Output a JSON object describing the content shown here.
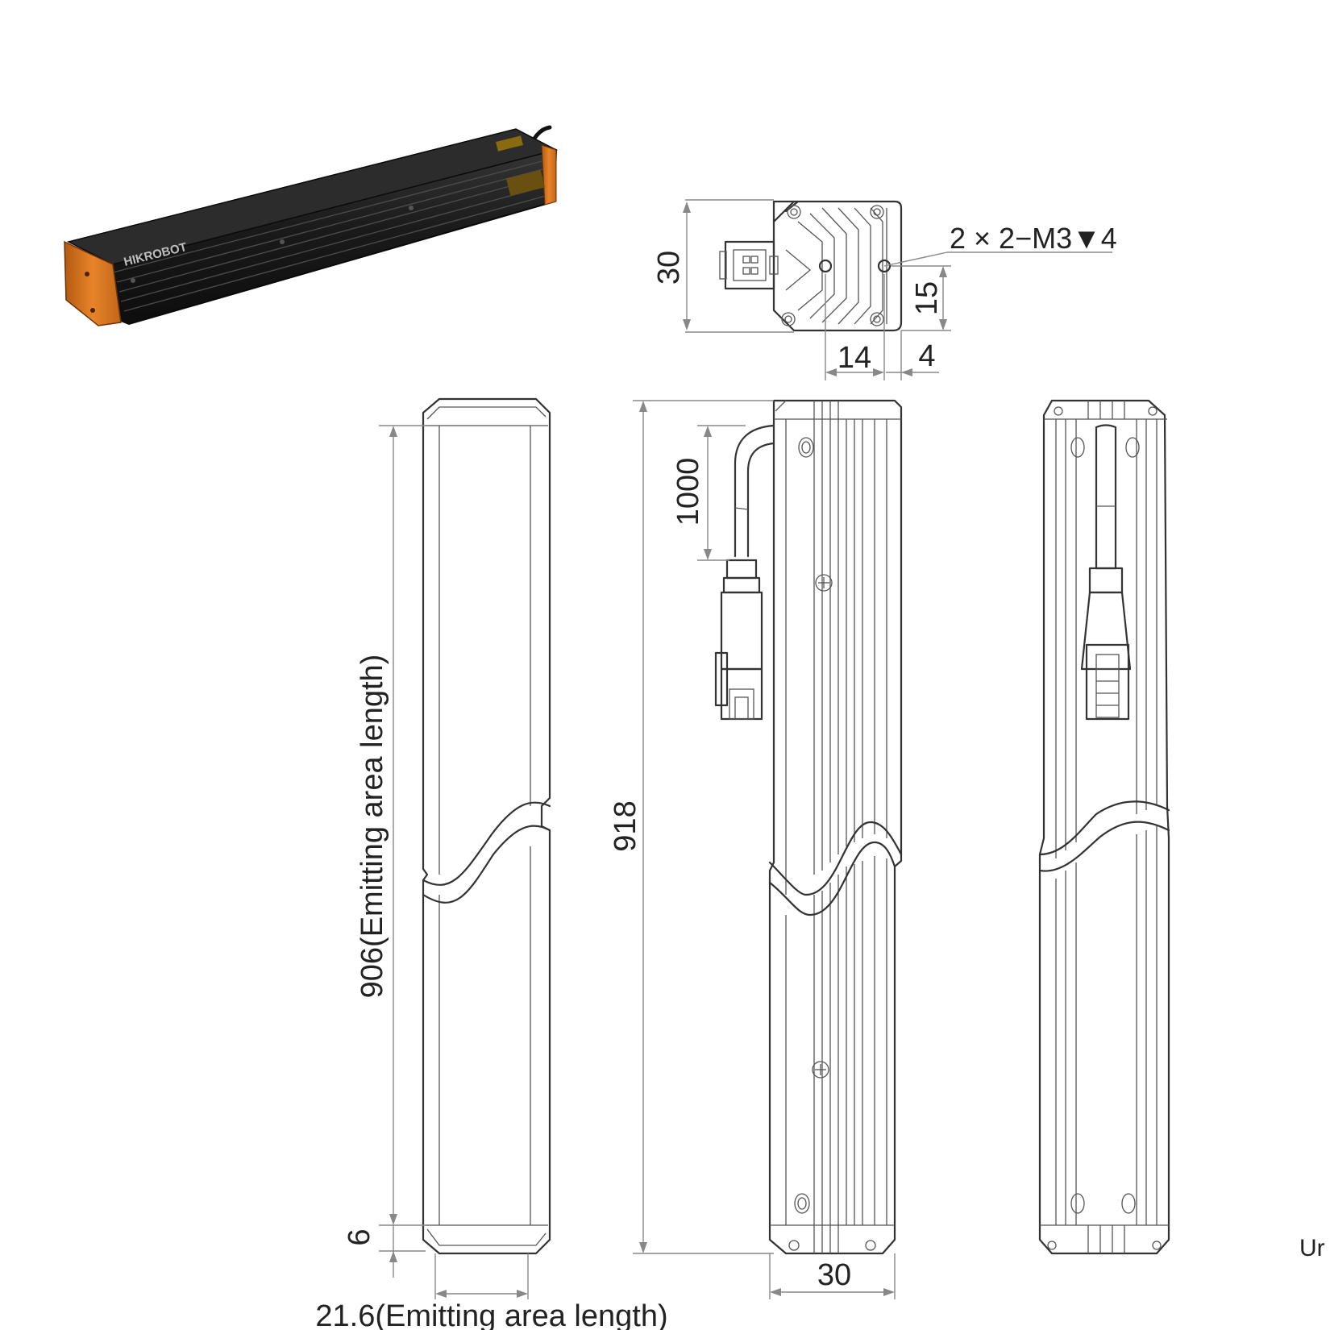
{
  "product_photo": {
    "brand_text": "HIKROBOT",
    "body_color": "#1c1c1c",
    "accent_color": "#e07a1f"
  },
  "dimensions": {
    "end_height": "30",
    "callout_mount": "2 × 2−M3▼4",
    "hole_offset_vertical": "15",
    "hole_offset_horizontal": "14",
    "hole_edge_offset": "4",
    "overall_length": "918",
    "emitting_length": "906(Emitting area length)",
    "end_offset": "6",
    "emitting_width": "21.6(Emitting area length)",
    "cable_length": "1000",
    "side_width": "30",
    "units_partial": "Ur"
  }
}
